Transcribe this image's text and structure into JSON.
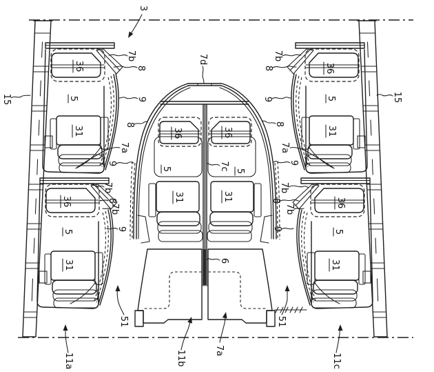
{
  "colors": {
    "background": "#ffffff",
    "line": "#1d1d1d"
  },
  "labels": {
    "fig3": "3",
    "wall_left_15": "15",
    "wall_right_15": "15",
    "ul_7b": "7b",
    "ul_8": "8",
    "ul_9": "9",
    "ul_7a": "7a",
    "ur_7b": "7b",
    "ur_8": "8",
    "ur_9": "9",
    "ur_7a": "7a",
    "pod_7d": "7d",
    "pod_7c": "7c",
    "pod_8_left": "8",
    "pod_8_right": "8",
    "pod_9_left": "9",
    "pod_9_right": "9",
    "ll_7b_upper": "7b",
    "ll_8": "8",
    "ll_7b_lower": "7b",
    "ll_9": "9",
    "lr_7b_upper": "7b",
    "lr_8": "8",
    "lr_7b_lower": "7b",
    "lr_9": "9",
    "console_6": "6",
    "s51_left": "51",
    "s51_right": "51",
    "b11a": "11a",
    "b11b": "11b",
    "b7a": "7a",
    "b11c": "11c"
  },
  "seat_refs": {
    "ul_36": "36",
    "ul_5": "5",
    "ul_31": "31",
    "ur_36": "36",
    "ur_5": "5",
    "ur_31": "31",
    "pod_left_36": "36",
    "pod_left_5": "5",
    "pod_left_31": "31",
    "pod_right_36": "36",
    "pod_right_5": "5",
    "pod_right_31": "31",
    "ll_36": "36",
    "ll_5": "5",
    "ll_31": "31",
    "lr_36": "36",
    "lr_5": "5",
    "lr_31": "31"
  }
}
